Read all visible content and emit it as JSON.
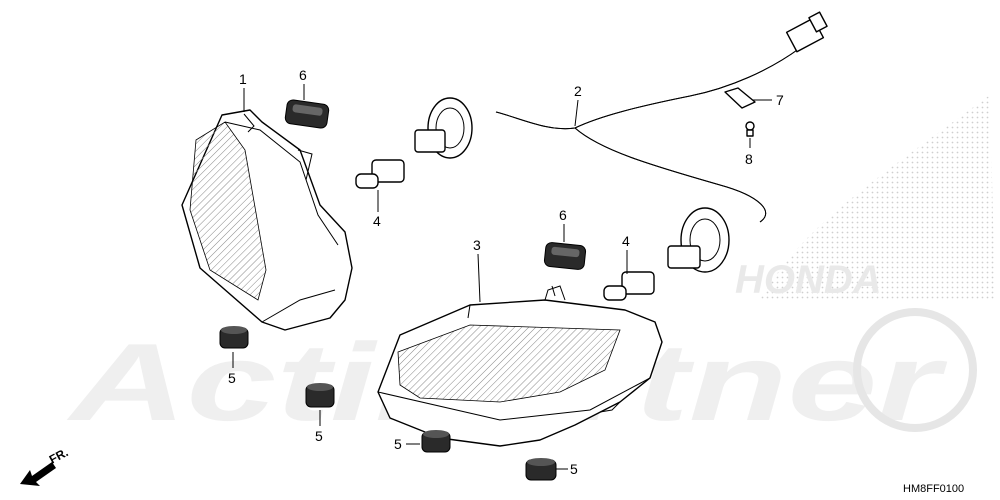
{
  "diagram": {
    "callouts": [
      {
        "id": "c1",
        "label": "1"
      },
      {
        "id": "c2",
        "label": "2"
      },
      {
        "id": "c3",
        "label": "3"
      },
      {
        "id": "c4a",
        "label": "4"
      },
      {
        "id": "c4b",
        "label": "4"
      },
      {
        "id": "c5a",
        "label": "5"
      },
      {
        "id": "c5b",
        "label": "5"
      },
      {
        "id": "c5c",
        "label": "5"
      },
      {
        "id": "c5d",
        "label": "5"
      },
      {
        "id": "c6a",
        "label": "6"
      },
      {
        "id": "c6b",
        "label": "6"
      },
      {
        "id": "c7",
        "label": "7"
      },
      {
        "id": "c8",
        "label": "8"
      }
    ],
    "direction_label": "FR.",
    "diagram_code": "HM8FF0100",
    "watermark_brand": "HONDA",
    "watermark_text": "ActiPartner"
  }
}
